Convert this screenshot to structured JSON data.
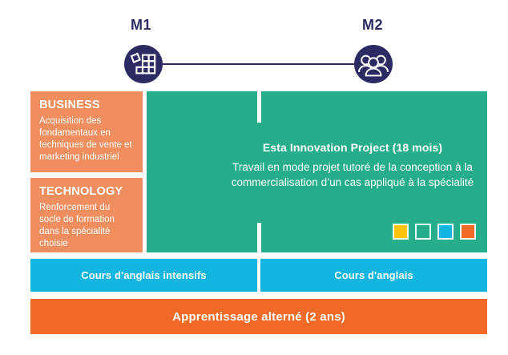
{
  "milestones": [
    {
      "label": "M1",
      "icon": "building-blocks-icon"
    },
    {
      "label": "M2",
      "icon": "people-group-icon"
    }
  ],
  "tracks": [
    {
      "title": "BUSINESS",
      "description": "Acquisition des fondamentaux en techniques de vente et marketing industriel"
    },
    {
      "title": "TECHNOLOGY",
      "description": "Renforcement du socle de formation dans la spécialité choisie"
    }
  ],
  "project": {
    "title": "Esta Innovation Project (18 mois)",
    "description": "Travail en mode projet tutoré de la conception à la commercialisation d’un cas appliqué à la spécialité",
    "swatches": [
      {
        "name": "swatch-yellow",
        "color": "#ffc408"
      },
      {
        "name": "swatch-green",
        "color": "#26ae8b"
      },
      {
        "name": "swatch-cyan",
        "color": "#10b5e0"
      },
      {
        "name": "swatch-orange",
        "color": "#f26a27"
      }
    ]
  },
  "language_bars": [
    {
      "label": "Cours d'anglais intensifs"
    },
    {
      "label": "Cours d'anglais"
    }
  ],
  "apprenticeship": {
    "label": "Apprentissage alterné (2 ans)"
  },
  "colors": {
    "navy": "#2b2a63",
    "salmon": "#f08e5f",
    "green": "#26ae8b",
    "cyan": "#10b5e0",
    "orange": "#f26a27",
    "white": "#ffffff"
  }
}
